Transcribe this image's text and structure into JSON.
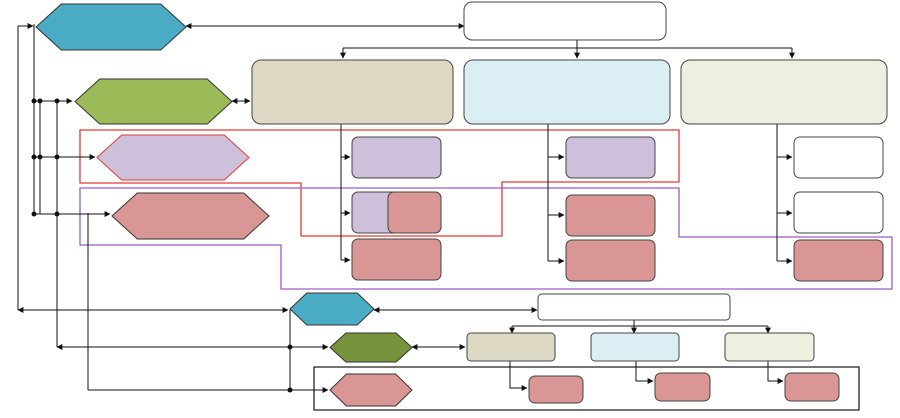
{
  "diagram": {
    "title": "",
    "colors": {
      "teal": "#4aabc4",
      "green": "#9bbb59",
      "dark_green": "#77933c",
      "lavender": "#ccc0da",
      "rose": "#d99694",
      "tan": "#ddd9c4",
      "light_blue": "#daeef3",
      "light_green": "#ebf1de",
      "white": "#ffffff",
      "outline": "#444444",
      "red_region": "#e53935",
      "purple_region": "#9c5cc8",
      "black_region": "#222222"
    },
    "hexagons": [
      {
        "id": "teal-hexagon-top",
        "color": "teal"
      },
      {
        "id": "green-hexagon",
        "color": "green"
      },
      {
        "id": "lavender-hexagon",
        "color": "lavender"
      },
      {
        "id": "rose-hexagon-top",
        "color": "rose"
      },
      {
        "id": "teal-hexagon-bottom",
        "color": "teal"
      },
      {
        "id": "dark-green-hexagon",
        "color": "dark_green"
      },
      {
        "id": "rose-hexagon-bottom",
        "color": "rose"
      }
    ],
    "boxes": [
      {
        "id": "top-white-box",
        "color": "white",
        "label": ""
      },
      {
        "id": "tan-box-top",
        "color": "tan",
        "label": ""
      },
      {
        "id": "light-blue-box-top",
        "color": "light_blue",
        "label": ""
      },
      {
        "id": "light-green-box-top",
        "color": "light_green",
        "label": ""
      },
      {
        "id": "bottom-white-box",
        "color": "white",
        "label": ""
      },
      {
        "id": "tan-box-bottom",
        "color": "tan",
        "label": ""
      },
      {
        "id": "light-blue-box-bottom",
        "color": "light_blue",
        "label": ""
      },
      {
        "id": "light-green-box-bottom",
        "color": "light_green",
        "label": ""
      }
    ],
    "leaf_nodes": [
      {
        "id": "col1-lavender-node",
        "color": "lavender"
      },
      {
        "id": "col1-lavender-rose-node",
        "color": "lavender"
      },
      {
        "id": "col1-rose-overlap-node",
        "color": "rose"
      },
      {
        "id": "col1-rose-node",
        "color": "rose"
      },
      {
        "id": "col2-lavender-node",
        "color": "lavender"
      },
      {
        "id": "col2-rose-node-a",
        "color": "rose"
      },
      {
        "id": "col2-rose-node-b",
        "color": "rose"
      },
      {
        "id": "col3-white-node-a",
        "color": "white"
      },
      {
        "id": "col3-white-node-b",
        "color": "white"
      },
      {
        "id": "col3-rose-node",
        "color": "rose"
      },
      {
        "id": "bottom-rose-node-1",
        "color": "rose"
      },
      {
        "id": "bottom-rose-node-2",
        "color": "rose"
      },
      {
        "id": "bottom-rose-node-3",
        "color": "rose"
      }
    ],
    "regions": [
      {
        "id": "red-outline-region",
        "color": "red_region"
      },
      {
        "id": "purple-outline-region",
        "color": "purple_region"
      },
      {
        "id": "black-outline-region",
        "color": "black_region"
      }
    ]
  }
}
